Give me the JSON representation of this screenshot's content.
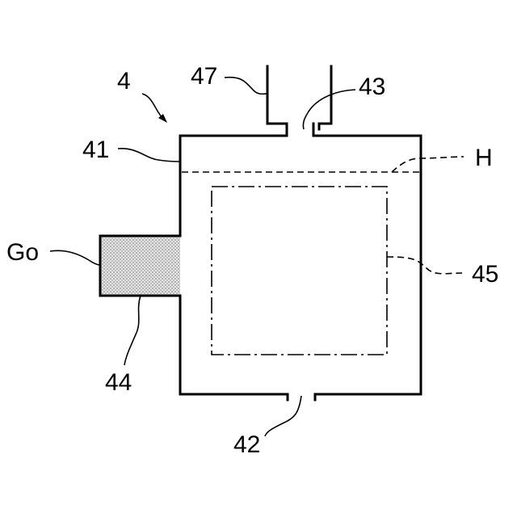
{
  "labels": {
    "device": "4",
    "top_pipe": "47",
    "top_opening": "43",
    "wall": "41",
    "level": "H",
    "inlet_material": "Go",
    "inner_region": "45",
    "inlet": "44",
    "bottom_opening": "42"
  },
  "colors": {
    "line": "#000000",
    "fill_dots": "#7a7a7a",
    "fill_bg": "#e6e6e6"
  }
}
